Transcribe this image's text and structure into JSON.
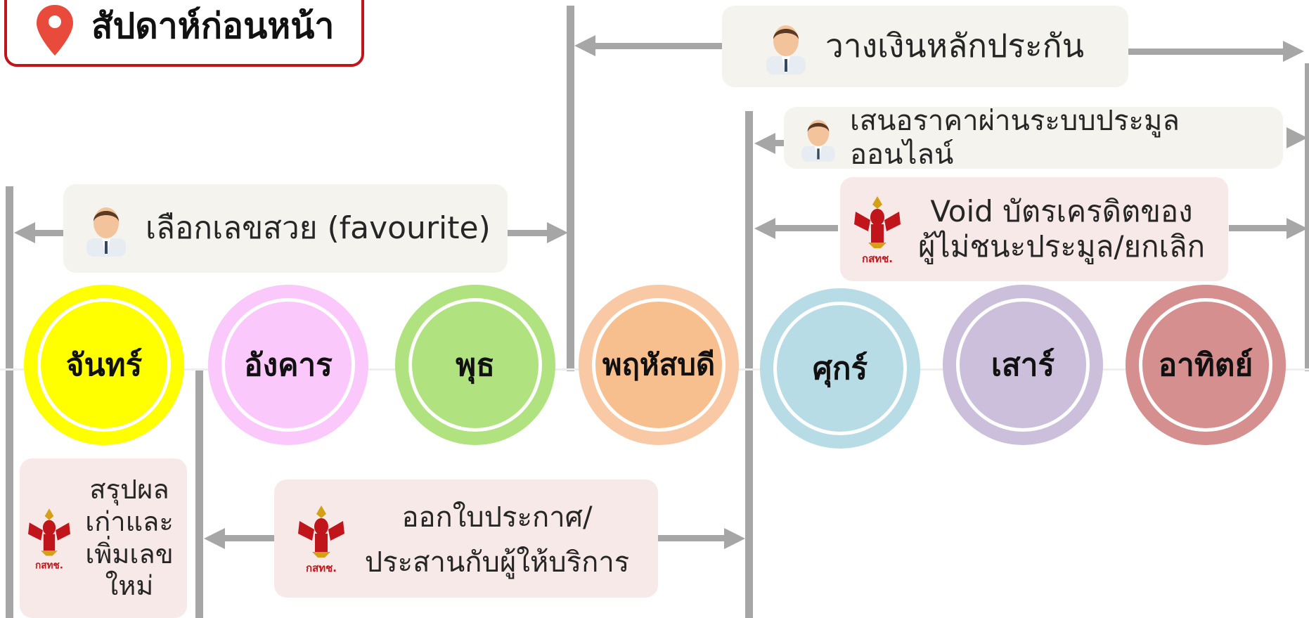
{
  "title": "สัปดาห์ก่อนหน้า",
  "icons": {
    "pin": "map-pin-icon",
    "person": "person-icon",
    "emblem": "garuda-emblem-icon"
  },
  "emblem_text": "กสทช.",
  "days": [
    {
      "label": "จันทร์",
      "ring": "#ffff00",
      "fill": "#ffff00"
    },
    {
      "label": "อังคาร",
      "ring": "#fbc8fb",
      "fill": "#fbc8fb"
    },
    {
      "label": "พุธ",
      "ring": "#b0e37f",
      "fill": "#b0e37f"
    },
    {
      "label": "พฤหัสบดี",
      "ring": "#f9c9a5",
      "fill": "#f8bf8e"
    },
    {
      "label": "ศุกร์",
      "ring": "#b7dce6",
      "fill": "#b7dce6"
    },
    {
      "label": "เสาร์",
      "ring": "#cbbfdb",
      "fill": "#cbbfdb"
    },
    {
      "label": "อาทิตย์",
      "ring": "#d48f8e",
      "fill": "#d48f8e"
    }
  ],
  "steps": {
    "collateral": "วางเงินหลักประกัน",
    "online_bid": "เสนอราคาผ่านระบบประมูลออนไลน์",
    "void_line1": "Void บัตรเครดิตของ",
    "void_line2": "ผู้ไม่ชนะประมูล/ยกเลิก",
    "favourite": "เลือกเลขสวย (favourite)",
    "announce_line1": "ออกใบประกาศ/",
    "announce_line2": "ประสานกับผู้ให้บริการ",
    "summary_line1": "สรุปผล",
    "summary_line2": "เก่าและ",
    "summary_line3": "เพิ่มเลข",
    "summary_line4": "ใหม่"
  },
  "colors": {
    "title_border": "#c0151b",
    "connector": "#a6a6a6",
    "person_box": "#f4f3ee",
    "gov_box": "#f7e9e8"
  }
}
